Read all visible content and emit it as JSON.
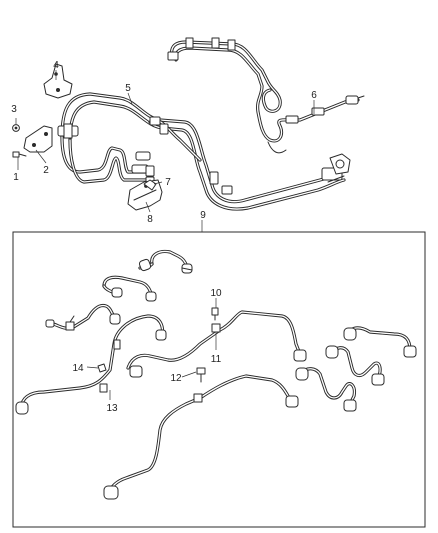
{
  "callouts": {
    "c1": "1",
    "c2": "2",
    "c3": "3",
    "c4": "4",
    "c5": "5",
    "c6": "6",
    "c7": "7",
    "c8": "8",
    "c9": "9",
    "c10": "10",
    "c11": "11",
    "c12": "12",
    "c13": "13",
    "c14": "14"
  },
  "colors": {
    "line": "#2b2b2b",
    "background": "#ffffff"
  }
}
